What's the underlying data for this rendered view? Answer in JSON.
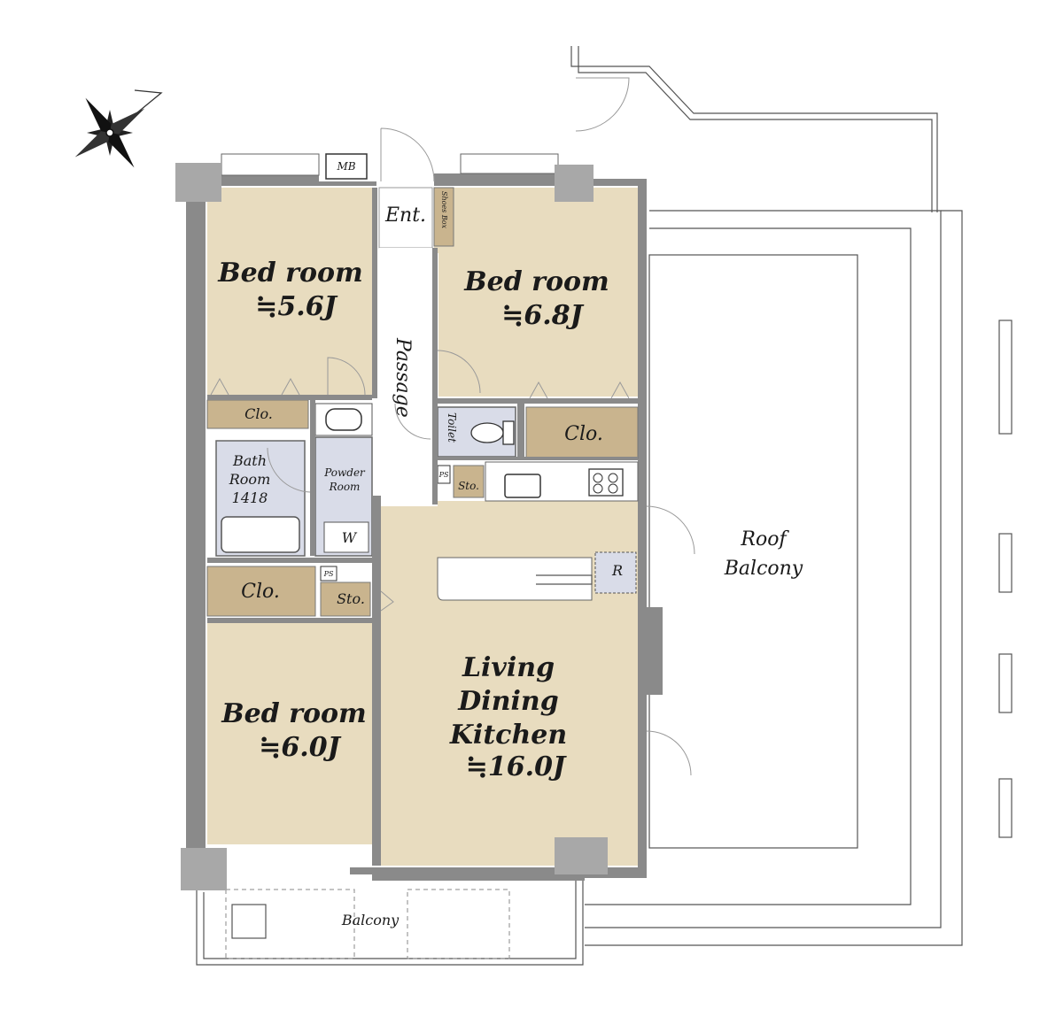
{
  "colors": {
    "room_floor": "#e8dcbf",
    "storage": "#c9b48e",
    "wet_area": "#d9dce8",
    "column": "#a8a8a8",
    "wall": "#8a8a8a",
    "white": "#ffffff"
  },
  "icons": [
    "compass-rose-icon",
    "sink-icon",
    "stove-icon",
    "toilet-icon",
    "bathtub-icon",
    "washbasin-icon"
  ],
  "rooms": {
    "bed1": {
      "name": "Bed room",
      "size": "≒5.6J"
    },
    "bed2": {
      "name": "Bed room",
      "size": "≒6.8J"
    },
    "bed3": {
      "name": "Bed room",
      "size": "≒6.0J"
    },
    "ldk": {
      "line1": "Living",
      "line2": "Dining",
      "line3": "Kitchen",
      "size": "≒16.0J"
    },
    "entrance": "Ent.",
    "shoes_box": "Shoes Box",
    "mb": "MB",
    "passage": "Passage",
    "toilet": "Toilet",
    "bath": {
      "line1": "Bath",
      "line2": "Room",
      "line3": "1418"
    },
    "powder": {
      "line1": "Powder",
      "line2": "Room"
    },
    "washer": "W",
    "fridge": "R",
    "clo_small": "Clo.",
    "clo_right": "Clo.",
    "clo_left": "Clo.",
    "ps1": "PS",
    "ps2": "PS",
    "sto1": "Sto.",
    "sto2": "Sto.",
    "roof_balcony": {
      "line1": "Roof",
      "line2": "Balcony"
    },
    "balcony": "Balcony"
  }
}
